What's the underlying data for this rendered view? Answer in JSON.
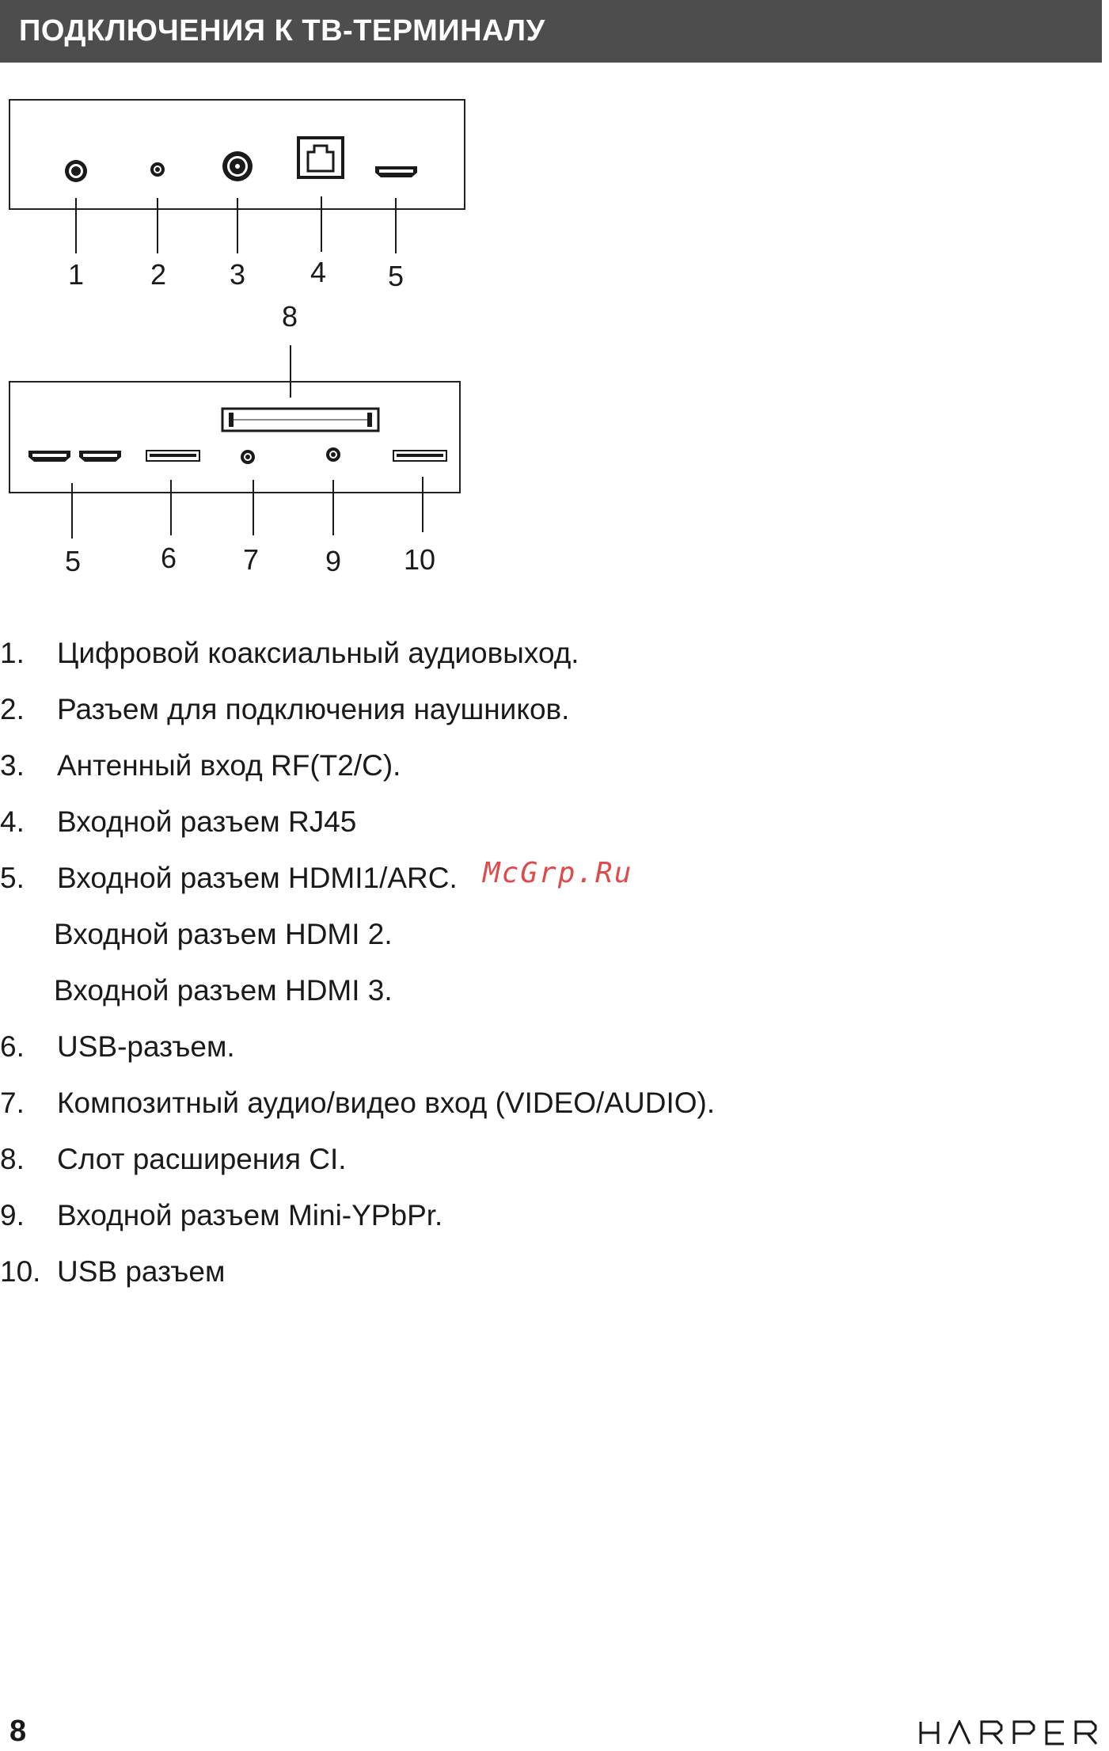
{
  "header": {
    "title": "ПОДКЛЮЧЕНИЯ К ТВ-ТЕРМИНАЛУ"
  },
  "diagram_top": {
    "labels": [
      "1",
      "2",
      "3",
      "4",
      "5"
    ],
    "ports": [
      "coaxial-audio-port",
      "headphone-jack",
      "antenna-port",
      "rj45-port",
      "hdmi-port"
    ]
  },
  "diagram_bottom": {
    "top_label": "8",
    "labels": [
      "5",
      "6",
      "7",
      "9",
      "10"
    ],
    "ports": [
      "hdmi-port",
      "hdmi-port",
      "usb-port",
      "av-jack",
      "ypbpr-jack",
      "usb-port",
      "ci-slot"
    ]
  },
  "legend": [
    {
      "num": "1.",
      "text": "Цифровой коаксиальный аудиовыход."
    },
    {
      "num": "2.",
      "text": "Разъем для подключения наушников."
    },
    {
      "num": "3.",
      "text": "Антенный вход RF(T2/C)."
    },
    {
      "num": "4.",
      "text": "Входной разъем RJ45"
    },
    {
      "num": "5.",
      "text": "Входной разъем HDMI1/ARC."
    },
    {
      "num": "",
      "text": "Входной разъем HDMI 2."
    },
    {
      "num": "",
      "text": "Входной разъем HDMI 3."
    },
    {
      "num": "6.",
      "text": "USB-разъем."
    },
    {
      "num": "7.",
      "text": "Композитный аудио/видео вход (VIDEO/AUDIO)."
    },
    {
      "num": "8.",
      "text": "Слот расширения CI."
    },
    {
      "num": "9.",
      "text": "Входной разъем Mini-YPbPr."
    },
    {
      "num": "10.",
      "text": "USB разъем"
    }
  ],
  "watermark": "McGrp.Ru",
  "footer": {
    "page_number": "8",
    "brand": "HARPER"
  },
  "colors": {
    "header_bg": "#4d4d4d",
    "watermark": "#e04a4a"
  }
}
